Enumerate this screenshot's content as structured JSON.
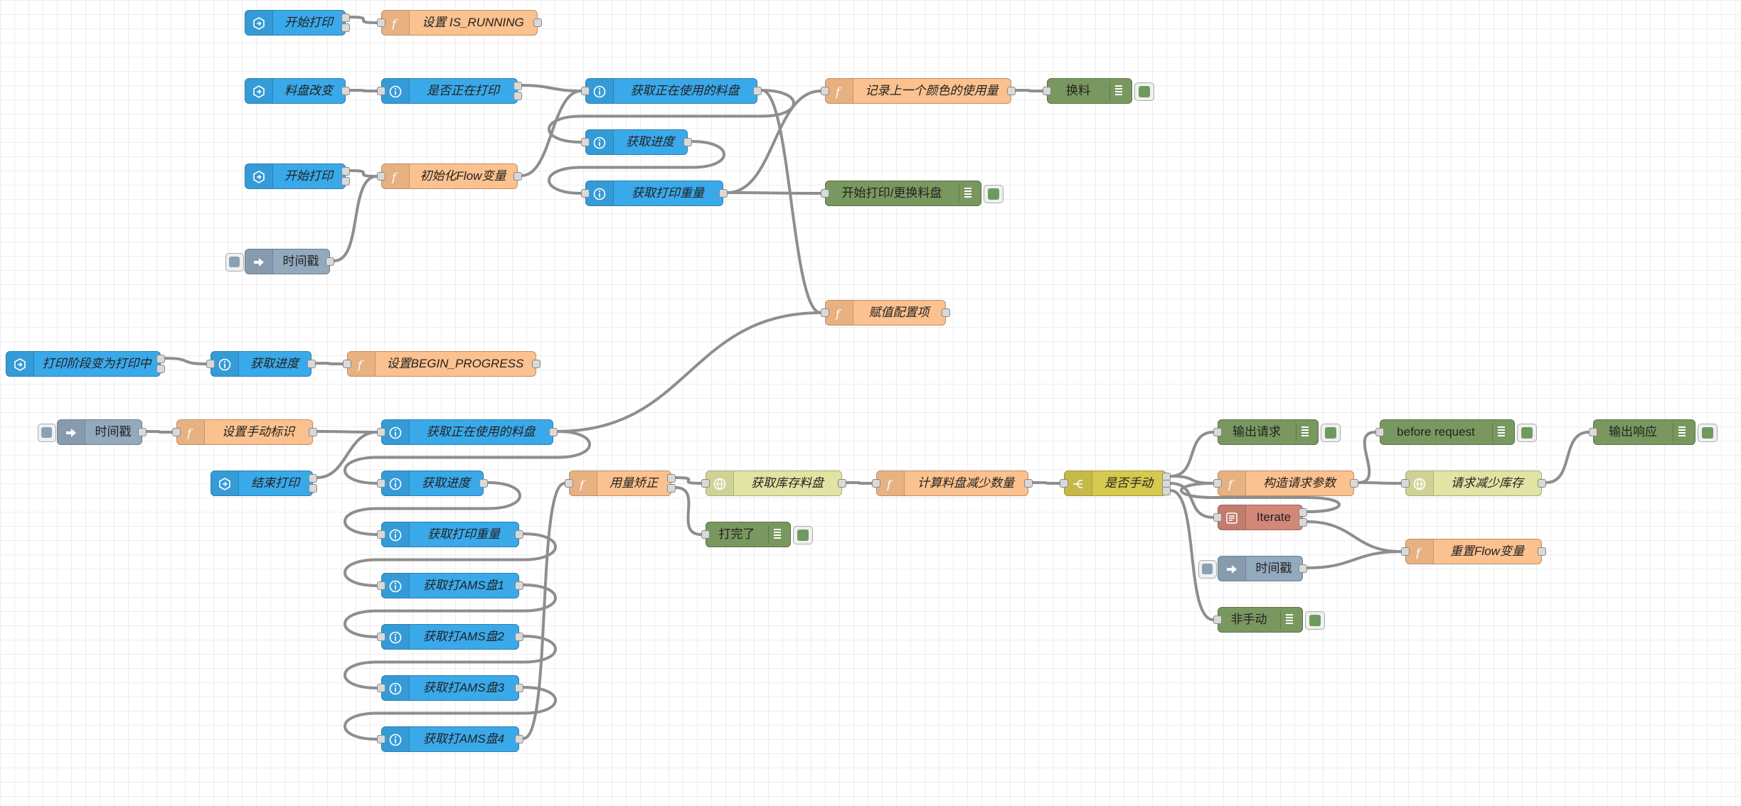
{
  "colors": {
    "event": "#3aa9ea",
    "info": "#3aa9ea",
    "function": "#fbc18e",
    "debug": "#79985f",
    "switch": "#d6c94f",
    "http": "#e1e4a2",
    "inject": "#93a9be",
    "split": "#d28778"
  },
  "nodes": [
    {
      "id": "n1",
      "label": "开始打印",
      "type": "event",
      "icon": "event-icon"
    },
    {
      "id": "n2",
      "label": "设置 IS_RUNNING",
      "type": "function",
      "icon": "function-icon"
    },
    {
      "id": "n3",
      "label": "料盘改变",
      "type": "event",
      "icon": "event-icon"
    },
    {
      "id": "n4",
      "label": "是否正在打印",
      "type": "info",
      "icon": "info-icon"
    },
    {
      "id": "n5",
      "label": "获取正在使用的料盘",
      "type": "info",
      "icon": "info-icon"
    },
    {
      "id": "n6",
      "label": "记录上一个颜色的使用量",
      "type": "function",
      "icon": "function-icon"
    },
    {
      "id": "n7",
      "label": "换料",
      "type": "debug",
      "icon": "debug-icon"
    },
    {
      "id": "n8",
      "label": "获取进度",
      "type": "info",
      "icon": "info-icon"
    },
    {
      "id": "n9",
      "label": "开始打印",
      "type": "event",
      "icon": "event-icon"
    },
    {
      "id": "n10",
      "label": "初始化Flow变量",
      "type": "function",
      "icon": "function-icon"
    },
    {
      "id": "n11",
      "label": "获取打印重量",
      "type": "info",
      "icon": "info-icon"
    },
    {
      "id": "n12",
      "label": "开始打印/更换料盘",
      "type": "debug",
      "icon": "debug-icon"
    },
    {
      "id": "n13",
      "label": "时间戳",
      "type": "inject",
      "icon": "inject-icon"
    },
    {
      "id": "n14",
      "label": "赋值配置项",
      "type": "function",
      "icon": "function-icon"
    },
    {
      "id": "n15",
      "label": "打印阶段变为打印中",
      "type": "event",
      "icon": "event-icon"
    },
    {
      "id": "n16",
      "label": "获取进度",
      "type": "info",
      "icon": "info-icon"
    },
    {
      "id": "n17",
      "label": "设置BEGIN_PROGRESS",
      "type": "function",
      "icon": "function-icon"
    },
    {
      "id": "n18",
      "label": "时间戳",
      "type": "inject",
      "icon": "inject-icon"
    },
    {
      "id": "n19",
      "label": "设置手动标识",
      "type": "function",
      "icon": "function-icon"
    },
    {
      "id": "n20",
      "label": "获取正在使用的料盘",
      "type": "info",
      "icon": "info-icon"
    },
    {
      "id": "n21",
      "label": "结束打印",
      "type": "event",
      "icon": "event-icon"
    },
    {
      "id": "n22",
      "label": "获取进度",
      "type": "info",
      "icon": "info-icon"
    },
    {
      "id": "n23",
      "label": "用量矫正",
      "type": "function",
      "icon": "function-icon"
    },
    {
      "id": "n24",
      "label": "获取库存料盘",
      "type": "http",
      "icon": "globe-icon"
    },
    {
      "id": "n25",
      "label": "计算料盘减少数量",
      "type": "function",
      "icon": "function-icon"
    },
    {
      "id": "n26",
      "label": "是否手动",
      "type": "switch",
      "icon": "switch-icon"
    },
    {
      "id": "n27",
      "label": "打完了",
      "type": "debug",
      "icon": "debug-icon"
    },
    {
      "id": "n28",
      "label": "获取打印重量",
      "type": "info",
      "icon": "info-icon"
    },
    {
      "id": "n29",
      "label": "获取打AMS盘1",
      "type": "info",
      "icon": "info-icon"
    },
    {
      "id": "n30",
      "label": "获取打AMS盘2",
      "type": "info",
      "icon": "info-icon"
    },
    {
      "id": "n31",
      "label": "获取打AMS盘3",
      "type": "info",
      "icon": "info-icon"
    },
    {
      "id": "n32",
      "label": "获取打AMS盘4",
      "type": "info",
      "icon": "info-icon"
    },
    {
      "id": "n33",
      "label": "输出请求",
      "type": "debug",
      "icon": "debug-icon"
    },
    {
      "id": "n34",
      "label": "构造请求参数",
      "type": "function",
      "icon": "function-icon"
    },
    {
      "id": "n35",
      "label": "Iterate",
      "type": "split",
      "icon": "split-icon"
    },
    {
      "id": "n36",
      "label": "时间戳",
      "type": "inject",
      "icon": "inject-icon"
    },
    {
      "id": "n37",
      "label": "非手动",
      "type": "debug",
      "icon": "debug-icon"
    },
    {
      "id": "n38",
      "label": "before request",
      "type": "debug",
      "icon": "debug-icon"
    },
    {
      "id": "n39",
      "label": "请求减少库存",
      "type": "http",
      "icon": "globe-icon"
    },
    {
      "id": "n40",
      "label": "重置Flow变量",
      "type": "function",
      "icon": "function-icon"
    },
    {
      "id": "n41",
      "label": "输出响应",
      "type": "debug",
      "icon": "debug-icon"
    }
  ]
}
